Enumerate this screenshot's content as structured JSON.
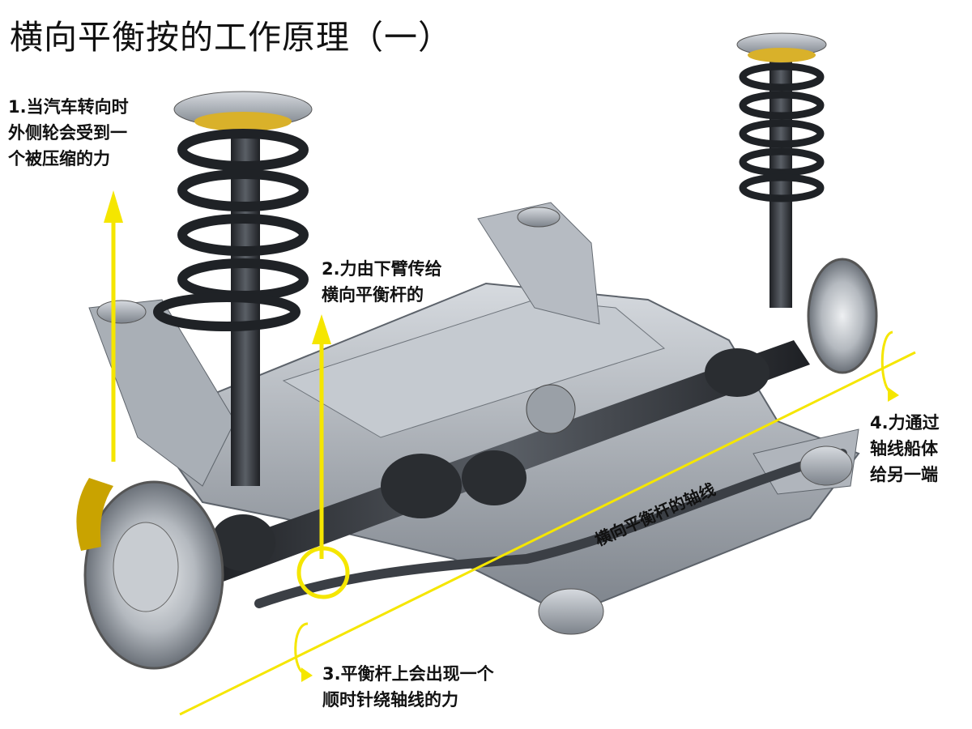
{
  "title": "横向平衡按的工作原理（一）",
  "notes": {
    "step1": [
      "1.当汽车转向时",
      "外侧轮会受到一",
      "个被压缩的力"
    ],
    "step2": [
      "2.力由下臂传给",
      "横向平衡杆的"
    ],
    "step3": [
      "3.平衡杆上会出现一个",
      "顺时针绕轴线的力"
    ],
    "step4": [
      "4.力通过",
      "轴线船体",
      "给另一端"
    ]
  },
  "axis_label": "横向平衡杆的轴线",
  "colors": {
    "highlight": "#f5e600",
    "metal": "#8a9098",
    "dark": "#2b2e33",
    "caliper": "#c9a300"
  }
}
